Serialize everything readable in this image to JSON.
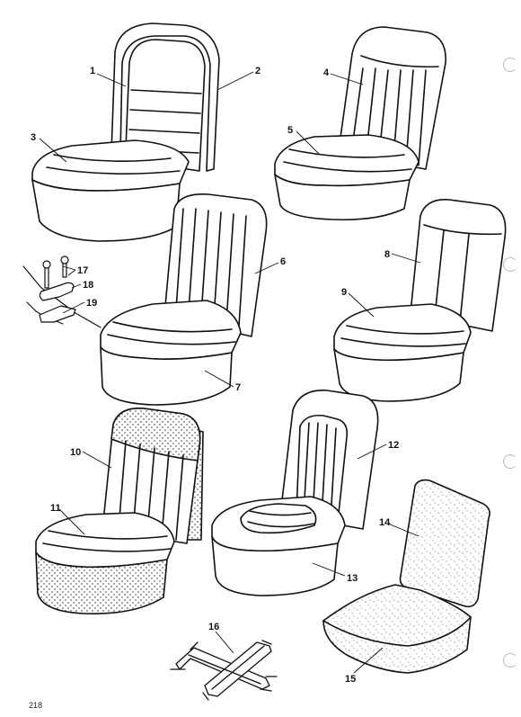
{
  "page_number": "218",
  "parts": [
    {
      "id": "p1",
      "label": "1"
    },
    {
      "id": "p2",
      "label": "2"
    },
    {
      "id": "p3",
      "label": "3"
    },
    {
      "id": "p4",
      "label": "4"
    },
    {
      "id": "p5",
      "label": "5"
    },
    {
      "id": "p6",
      "label": "6"
    },
    {
      "id": "p7",
      "label": "7"
    },
    {
      "id": "p8",
      "label": "8"
    },
    {
      "id": "p9",
      "label": "9"
    },
    {
      "id": "p10",
      "label": "10"
    },
    {
      "id": "p11",
      "label": "11"
    },
    {
      "id": "p12",
      "label": "12"
    },
    {
      "id": "p13",
      "label": "13"
    },
    {
      "id": "p14",
      "label": "14"
    },
    {
      "id": "p15",
      "label": "15"
    },
    {
      "id": "p16",
      "label": "16"
    },
    {
      "id": "p17",
      "label": "17"
    },
    {
      "id": "p18",
      "label": "18"
    },
    {
      "id": "p19",
      "label": "19"
    }
  ]
}
